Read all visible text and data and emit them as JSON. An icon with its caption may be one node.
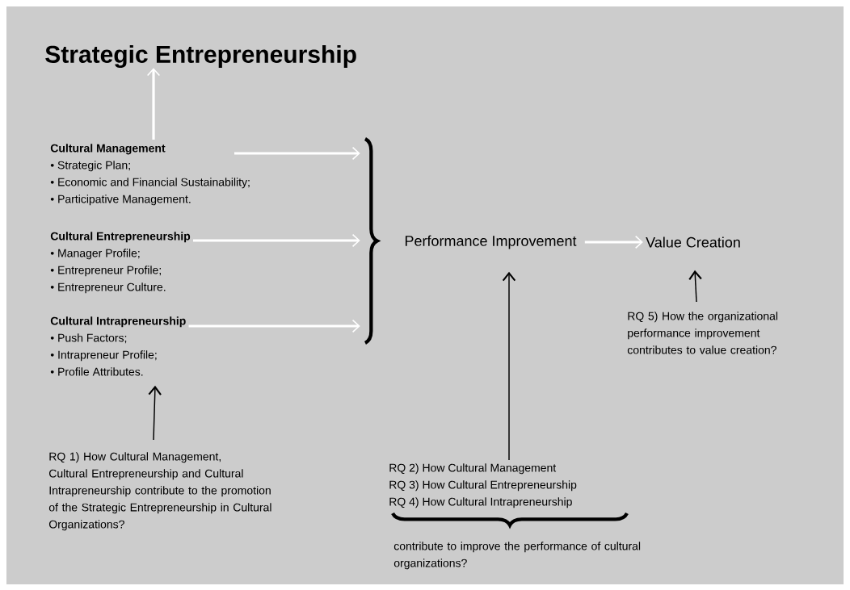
{
  "diagram": {
    "nodes": [
      {
        "text": [
          "Strategic Entrepreneurship"
        ]
      },
      {
        "text": [
          "Cultural Management",
          "• Strategic Plan;",
          "• Economic and Financial Sustainability;",
          "• Participative Management."
        ]
      },
      {
        "text": [
          "Cultural Entrepreneurship",
          "• Manager Profile;",
          "• Entrepreneur Profile;",
          "• Entrepreneur Culture."
        ]
      },
      {
        "text": [
          "Cultural Intrapreneurship",
          "• Push Factors;",
          "• Intrapreneur Profile;",
          "• Profile Attributes."
        ]
      },
      {
        "text": [],
        "shape": "brace"
      },
      {
        "text": [
          "Performance Improvement"
        ]
      },
      {
        "text": [
          "Value Creation"
        ]
      },
      {
        "text": [
          "RQ 1) How Cultural Management, Cultural Entrepreneurship and Cultural Intrapreneurship  contribute to the promotion of the Strategic Entrepreneurship in Cultural Organizations?"
        ]
      },
      {
        "text": [
          "RQ 2) How Cultural Management",
          "RQ 3) How Cultural Entrepreneurship",
          "RQ 4) How Cultural Intrapreneurship"
        ]
      },
      {
        "text": [
          "RQ 5) How the organizational performance improvement contributes to value creation?"
        ]
      }
    ],
    "edges": [
      {
        "from": 1,
        "to": 0,
        "arrow": "to"
      },
      {
        "from": 1,
        "to": 4,
        "arrow": "to"
      },
      {
        "from": 2,
        "to": 4,
        "arrow": "to"
      },
      {
        "from": 3,
        "to": 4,
        "arrow": "to"
      },
      {
        "from": 5,
        "to": 6,
        "arrow": "to"
      },
      {
        "from": 7,
        "to": 3,
        "arrow": "to",
        "color": "#000000"
      },
      {
        "from": 8,
        "to": 5,
        "arrow": "to",
        "color": "#000000"
      },
      {
        "from": 9,
        "to": 6,
        "arrow": "to",
        "color": "#000000"
      }
    ],
    "labels": [
      "contribute to improve the performance of cultural organizations?"
    ]
  }
}
